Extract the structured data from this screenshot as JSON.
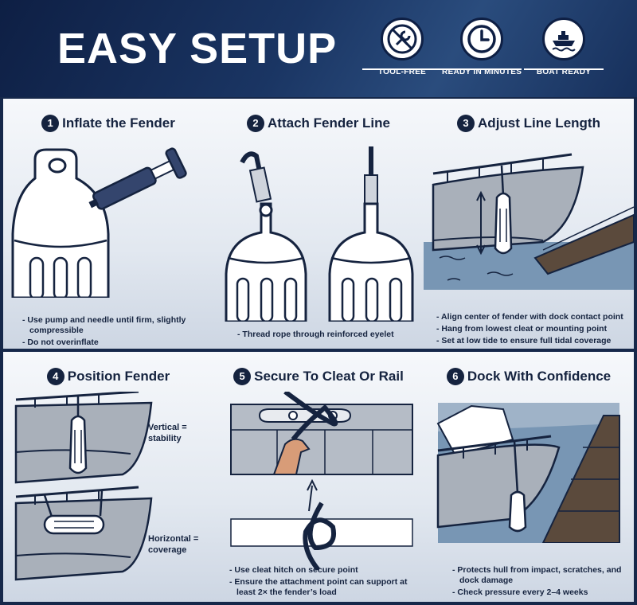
{
  "header": {
    "title": "EASY SETUP",
    "badges": [
      {
        "label": "TOOL-FREE",
        "icon": "tool-free-icon"
      },
      {
        "label": "READY IN MINUTES",
        "icon": "clock-icon"
      },
      {
        "label": "BOAT READY",
        "icon": "boat-icon"
      }
    ]
  },
  "steps": [
    {
      "num": "1",
      "title": "Inflate the Fender",
      "bullets": [
        "Use pump and needle until firm, slightly compressible",
        "Do not overinflate"
      ]
    },
    {
      "num": "2",
      "title": "Attach Fender Line",
      "bullets": [
        "Thread rope through reinforced eyelet"
      ]
    },
    {
      "num": "3",
      "title": "Adjust Line Length",
      "bullets": [
        "Align center of fender with dock contact point",
        "Hang from lowest cleat or mounting point",
        "Set at low tide to ensure full tidal coverage"
      ]
    },
    {
      "num": "4",
      "title": "Position Fender",
      "labels": {
        "vertical": "Vertical =\nstability",
        "horizontal": "Horizontal =\ncoverage"
      }
    },
    {
      "num": "5",
      "title": "Secure To Cleat Or Rail",
      "bullets": [
        "Use cleat hitch on secure point",
        "Ensure the attachment point can support at least 2× the fender’s load"
      ]
    },
    {
      "num": "6",
      "title": "Dock With Confidence",
      "bullets": [
        "Protects hull from impact, scratches, and dock damage",
        "Check pressure every 2–4 weeks"
      ]
    }
  ],
  "colors": {
    "navy": "#15233f",
    "fender": "#ffffff",
    "water": "#7896b4"
  }
}
